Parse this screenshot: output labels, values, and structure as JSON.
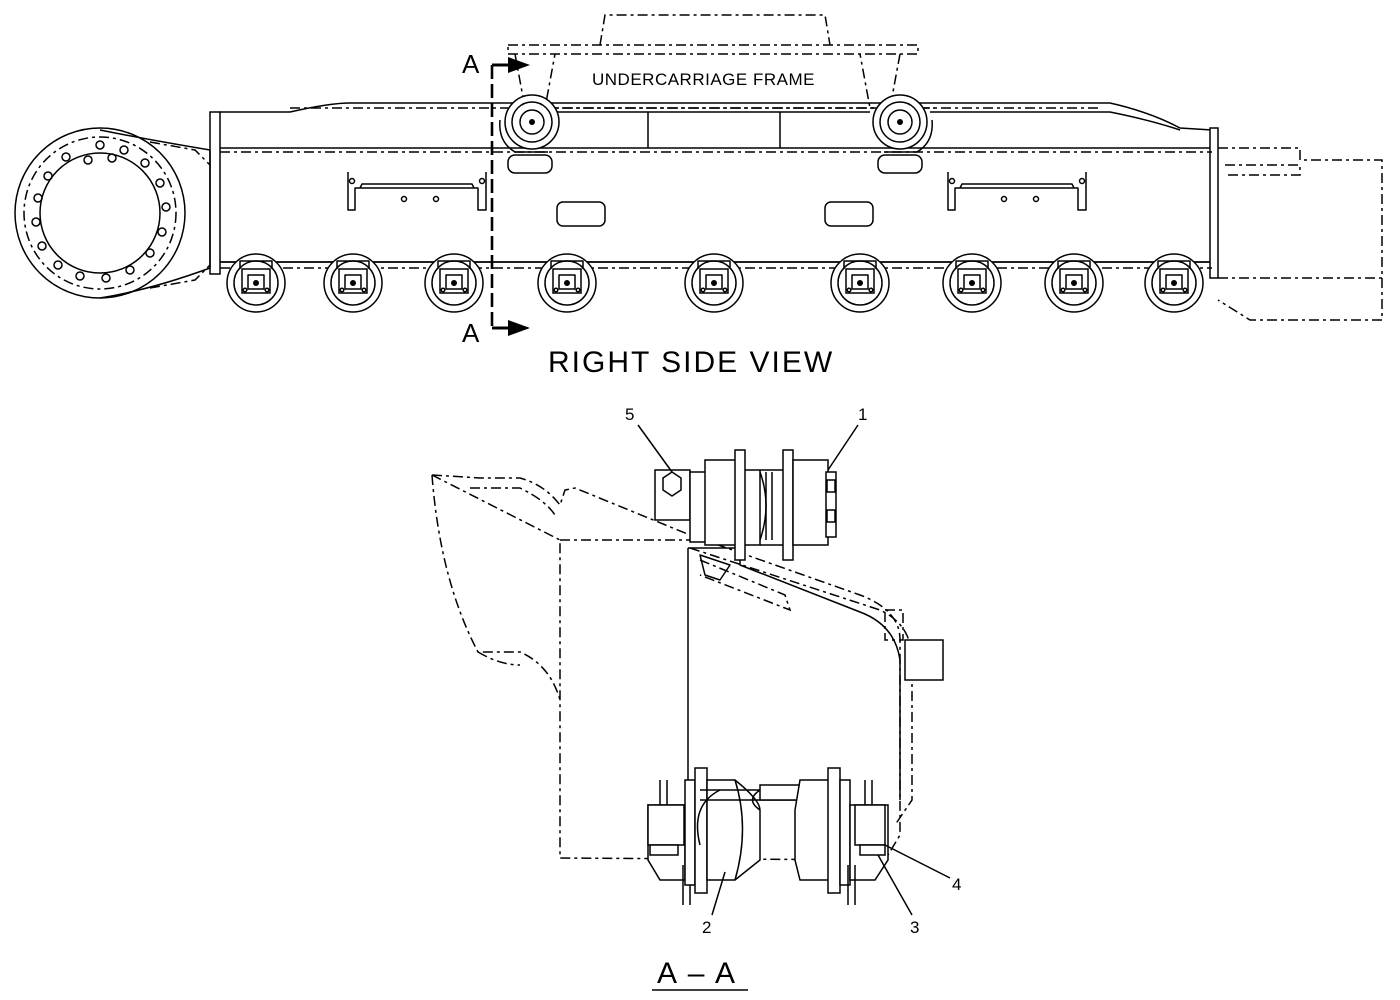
{
  "labels": {
    "undercarriage_frame": "UNDERCARRIAGE FRAME",
    "right_side_view": "RIGHT  SIDE  VIEW",
    "section_letter": "A",
    "section_title": "A – A"
  },
  "callouts": [
    "1",
    "2",
    "3",
    "4",
    "5"
  ],
  "colors": {
    "line": "#000000",
    "background": "#ffffff"
  }
}
